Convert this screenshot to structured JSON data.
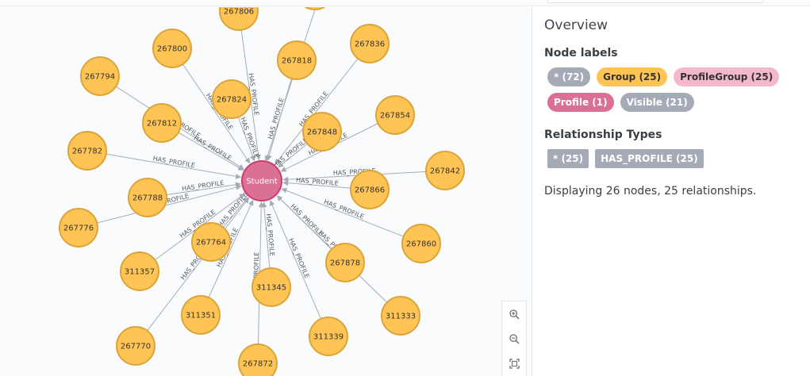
{
  "graph": {
    "center_label": "Student",
    "relationship_label": "HAS_PROFILE",
    "colors": {
      "group_node": "#ffc454",
      "center_node": "#da7194",
      "edge": "#a5abb6"
    },
    "nodes": [
      "267806",
      "267800",
      "267818",
      "267836",
      "267794",
      "267824",
      "267812",
      "267854",
      "267848",
      "267782",
      "267842",
      "267866",
      "267788",
      "267776",
      "267860",
      "267764",
      "311357",
      "267878",
      "311345",
      "311351",
      "311333",
      "311339",
      "267770",
      "267872"
    ]
  },
  "zoom_controls": [
    "zoom-in-icon",
    "zoom-out-icon",
    "fit-icon"
  ],
  "overview": {
    "title": "Overview",
    "node_labels_heading": "Node labels",
    "node_labels": [
      {
        "label": "* (72)",
        "bg": "#a5abb6",
        "fg": "#ffffff"
      },
      {
        "label": "Group (25)",
        "bg": "#ffc454",
        "fg": "#333333"
      },
      {
        "label": "ProfileGroup (25)",
        "bg": "#f3b9cb",
        "fg": "#333333"
      },
      {
        "label": "Profile (1)",
        "bg": "#da7194",
        "fg": "#ffffff"
      },
      {
        "label": "Visible (21)",
        "bg": "#a5abb6",
        "fg": "#ffffff"
      }
    ],
    "relationship_types_heading": "Relationship Types",
    "relationship_types": [
      {
        "label": "* (25)",
        "bg": "#a5abb6",
        "fg": "#ffffff"
      },
      {
        "label": "HAS_PROFILE (25)",
        "bg": "#a5abb6",
        "fg": "#ffffff"
      }
    ],
    "summary": "Displaying 26 nodes, 25 relationships."
  }
}
